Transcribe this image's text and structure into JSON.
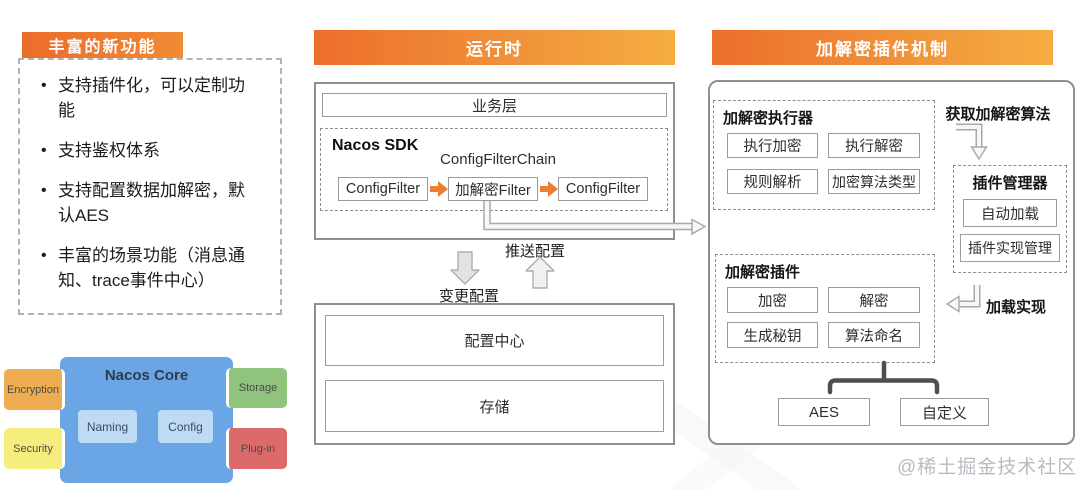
{
  "left_panel": {
    "title": "丰富的新功能",
    "bullets": [
      "支持插件化，可以定制功能",
      "支持鉴权体系",
      "支持配置数据加解密，默认AES",
      "丰富的场景功能（消息通知、trace事件中心）"
    ],
    "core": {
      "title": "Nacos Core",
      "modules": [
        "Naming",
        "Config"
      ],
      "side_tabs": [
        {
          "label": "Encryption",
          "color": "#eead52"
        },
        {
          "label": "Security",
          "color": "#f5ee7e"
        },
        {
          "label": "Storage",
          "color": "#8fc47d"
        },
        {
          "label": "Plug-in",
          "color": "#dd6a6b"
        }
      ]
    }
  },
  "runtime": {
    "title": "运行时",
    "business_layer": "业务层",
    "sdk_label": "Nacos SDK",
    "chain_label": "ConfigFilterChain",
    "filters": [
      "ConfigFilter",
      "加解密Filter",
      "ConfigFilter"
    ],
    "push_config_label": "推送配置",
    "change_config_label": "变更配置",
    "config_center": "配置中心",
    "storage": "存储"
  },
  "plugin": {
    "title": "加解密插件机制",
    "executor_title": "加解密执行器",
    "executor_items": [
      "执行加密",
      "执行解密",
      "规则解析",
      "加密算法类型"
    ],
    "fetch_label": "获取加解密算法",
    "manager_title": "插件管理器",
    "manager_items": [
      "自动加载",
      "插件实现管理"
    ],
    "plugin_title": "加解密插件",
    "plugin_items": [
      "加密",
      "解密",
      "生成秘钥",
      "算法命名"
    ],
    "load_label": "加载实现",
    "impl_items": [
      "AES",
      "自定义"
    ]
  },
  "watermark": "@稀土掘金技术社区",
  "colors": {
    "banner_gradient_start": "#ec6e2b",
    "banner_gradient_end": "#f5ad40",
    "core_blue": "#6aa5e6",
    "core_module_blue": "#bedaf4",
    "arrow_orange": "#ed7d31"
  }
}
